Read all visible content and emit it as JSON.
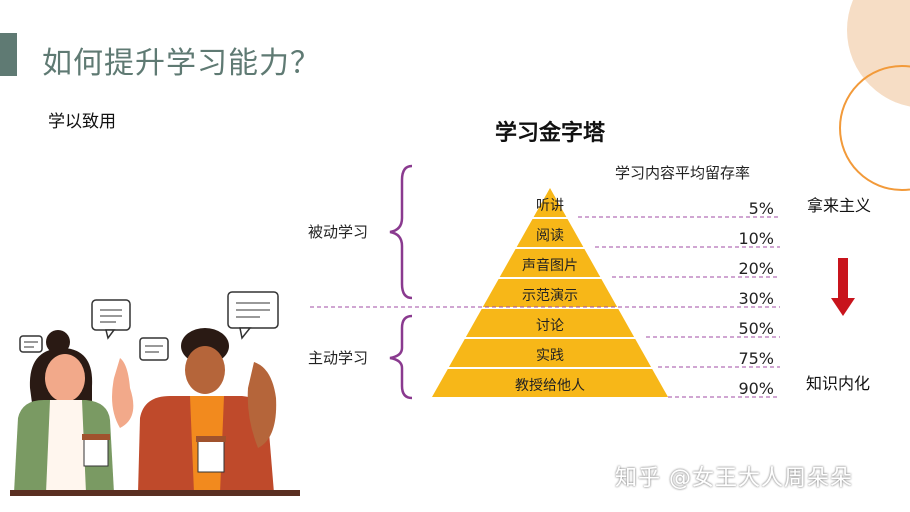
{
  "header": {
    "title": "如何提升学习能力？",
    "subtitle": "学以致用"
  },
  "pyramid": {
    "title": "学习金字塔",
    "rate_header": "学习内容平均留存率",
    "group_passive": "被动学习",
    "group_active": "主动学习",
    "levels": [
      {
        "label": "听讲",
        "rate": "5%"
      },
      {
        "label": "阅读",
        "rate": "10%"
      },
      {
        "label": "声音图片",
        "rate": "20%"
      },
      {
        "label": "示范演示",
        "rate": "30%"
      },
      {
        "label": "讨论",
        "rate": "50%"
      },
      {
        "label": "实践",
        "rate": "75%"
      },
      {
        "label": "教授给他人",
        "rate": "90%"
      }
    ]
  },
  "side": {
    "top_label": "拿来主义",
    "bottom_label": "知识内化"
  },
  "watermark": "知乎 @女王大人周朵朵",
  "colors": {
    "accent": "#5f7a73",
    "pyramid": "#f7b718",
    "bracket": "#8a3a8f",
    "arrow": "#c8141c",
    "orange_circle": "#f6ddc5",
    "orange_ring": "#f29a3a"
  }
}
